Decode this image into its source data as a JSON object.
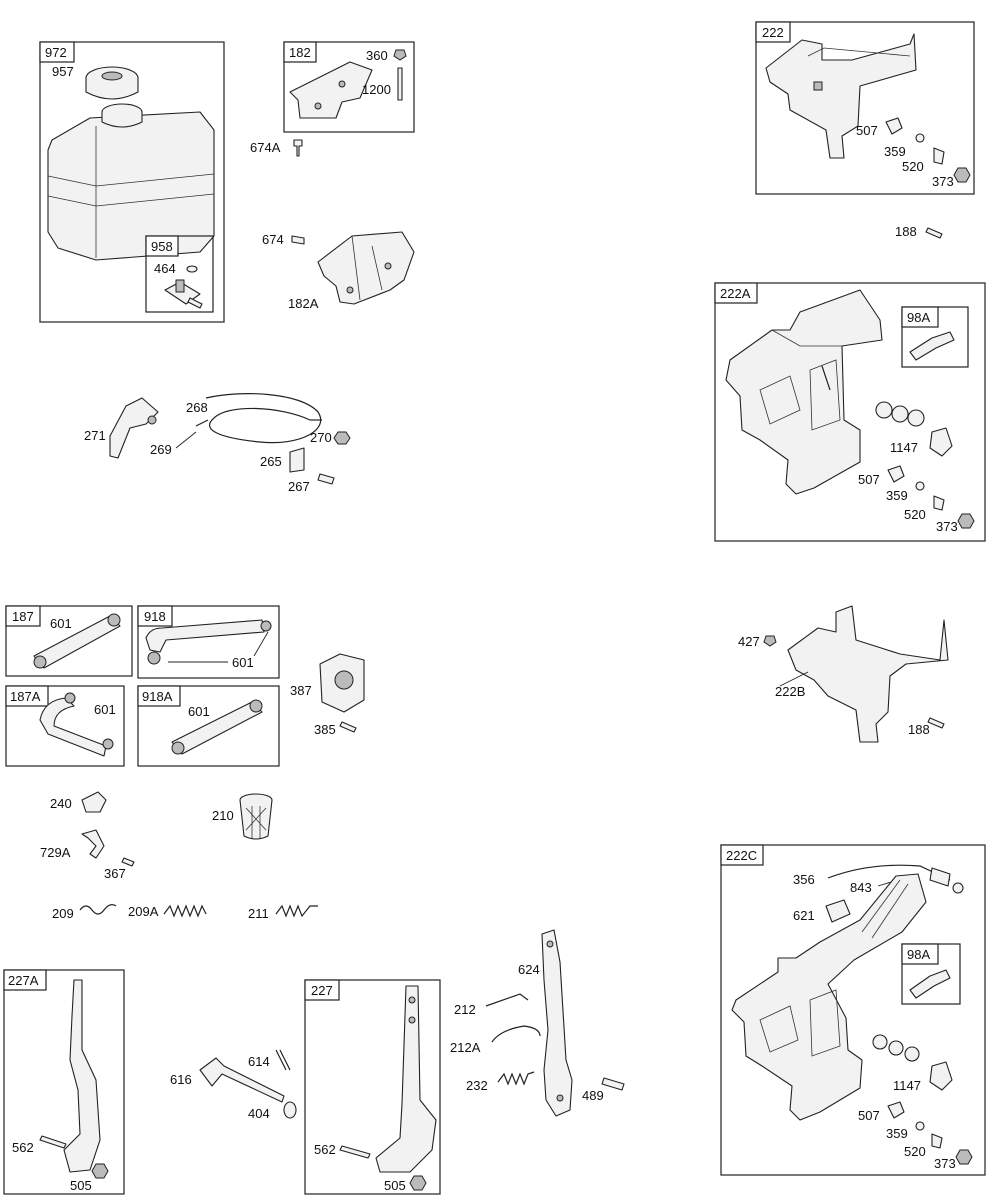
{
  "boxes": {
    "b972": "972",
    "b958": "958",
    "b182": "182",
    "b222": "222",
    "b222A": "222A",
    "b98A_1": "98A",
    "b187": "187",
    "b918": "918",
    "b187A": "187A",
    "b918A": "918A",
    "b222C": "222C",
    "b98A_2": "98A",
    "b227A": "227A",
    "b227": "227"
  },
  "labels": {
    "l957": "957",
    "l464": "464",
    "l360": "360",
    "l1200": "1200",
    "l674A": "674A",
    "l674": "674",
    "l182A": "182A",
    "l507a": "507",
    "l359a": "359",
    "l520a": "520",
    "l373a": "373",
    "l188a": "188",
    "l1147a": "1147",
    "l507b": "507",
    "l359b": "359",
    "l520b": "520",
    "l373b": "373",
    "l268": "268",
    "l271": "271",
    "l269": "269",
    "l270": "270",
    "l265": "265",
    "l267": "267",
    "l601a": "601",
    "l601b": "601",
    "l601c": "601",
    "l601d": "601",
    "l387": "387",
    "l385": "385",
    "l427": "427",
    "l222B": "222B",
    "l188b": "188",
    "l240": "240",
    "l210": "210",
    "l729A": "729A",
    "l367": "367",
    "l209": "209",
    "l209A": "209A",
    "l211": "211",
    "l356": "356",
    "l843": "843",
    "l621": "621",
    "l1147b": "1147",
    "l507c": "507",
    "l359c": "359",
    "l520c": "520",
    "l373c": "373",
    "l624": "624",
    "l212": "212",
    "l212A": "212A",
    "l232": "232",
    "l489": "489",
    "l614": "614",
    "l616": "616",
    "l404": "404",
    "l562a": "562",
    "l505a": "505",
    "l562b": "562",
    "l505b": "505"
  }
}
